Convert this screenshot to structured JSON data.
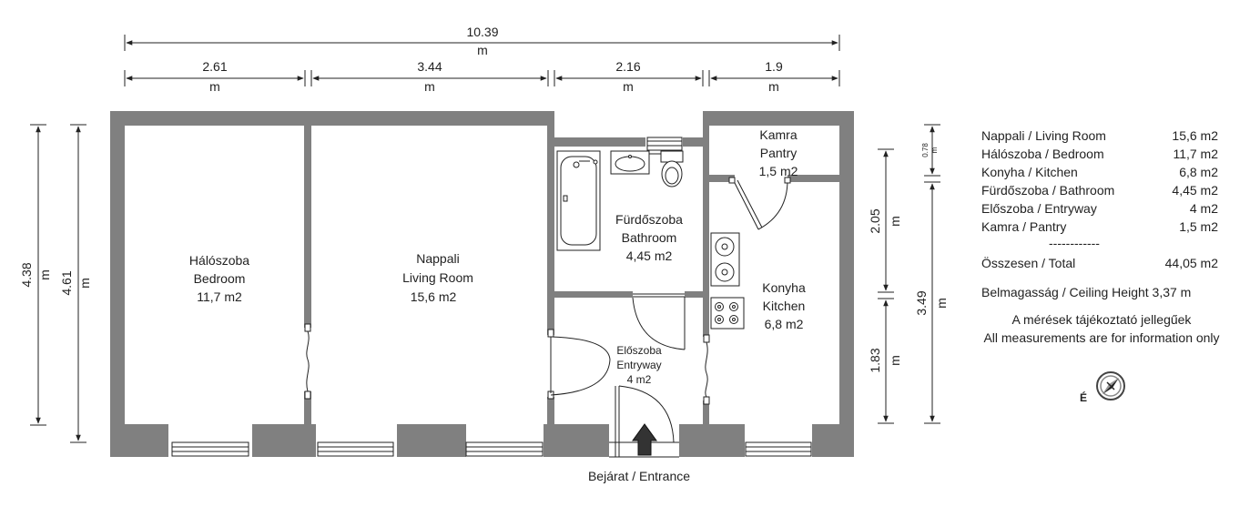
{
  "dimensions": {
    "total_width": "10.39",
    "unit": "m",
    "segments": [
      "2.61",
      "3.44",
      "2.16",
      "1.9"
    ],
    "left_heights": [
      "4.38",
      "4.61"
    ],
    "right_heights": [
      "2.05",
      "1.83",
      "0.78",
      "3.49"
    ]
  },
  "rooms": {
    "bedroom": {
      "name_hu": "Hálószoba",
      "name_en": "Bedroom",
      "area": "11,7 m2"
    },
    "living": {
      "name_hu": "Nappali",
      "name_en": "Living Room",
      "area": "15,6 m2"
    },
    "bathroom": {
      "name_hu": "Fürdőszoba",
      "name_en": "Bathroom",
      "area": "4,45 m2"
    },
    "pantry": {
      "name_hu": "Kamra",
      "name_en": "Pantry",
      "area": "1,5 m2"
    },
    "kitchen": {
      "name_hu": "Konyha",
      "name_en": "Kitchen",
      "area": "6,8 m2"
    },
    "entryway": {
      "name_hu": "Előszoba",
      "name_en": "Entryway",
      "area": "4 m2"
    }
  },
  "entrance_label": "Bejárat / Entrance",
  "legend": {
    "rows": [
      {
        "label": "Nappali / Living Room",
        "value": "15,6 m2"
      },
      {
        "label": "Hálószoba / Bedroom",
        "value": "11,7 m2"
      },
      {
        "label": "Konyha / Kitchen",
        "value": "6,8 m2"
      },
      {
        "label": "Fürdőszoba / Bathroom",
        "value": "4,45 m2"
      },
      {
        "label": "Előszoba / Entryway",
        "value": "4 m2"
      },
      {
        "label": "Kamra / Pantry",
        "value": "1,5 m2"
      }
    ],
    "separator": "------------",
    "total_label": "Összesen / Total",
    "total_value": "44,05 m2",
    "ceiling": "Belmagasság / Ceiling Height 3,37 m",
    "note_hu": "A mérések tájékoztató jellegűek",
    "note_en": "All measurements are for information only"
  },
  "compass_letter": "É",
  "colors": {
    "wall": "#808080",
    "fixture": "#ffffff",
    "line": "#222222"
  }
}
